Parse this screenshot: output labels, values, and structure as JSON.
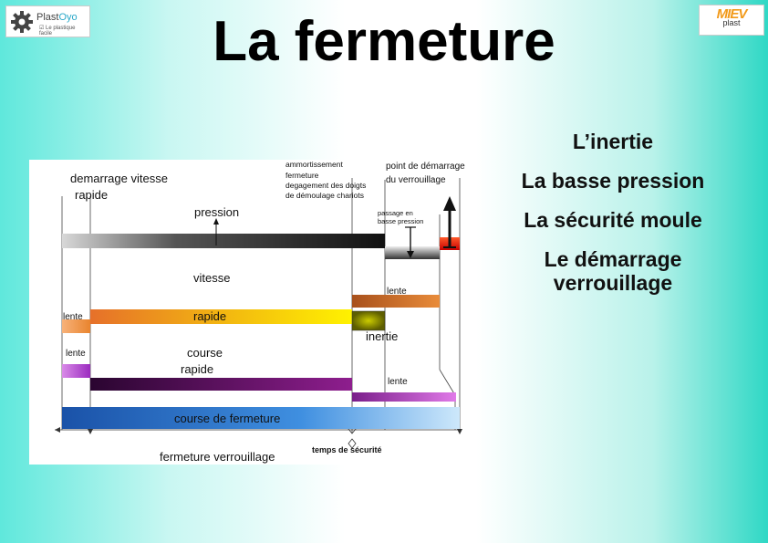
{
  "title": "La fermeture",
  "logos": {
    "left": {
      "brand_a": "Plast",
      "brand_b": "Oyo",
      "tagline": "Le plastique facile"
    },
    "right": {
      "mark": "MIEV",
      "sub": "plast"
    }
  },
  "side_list": [
    "L’inertie",
    "La basse pression",
    "La sécurité moule",
    "Le démarrage verrouillage"
  ],
  "diagram": {
    "top_left": [
      "demarrage vitesse",
      "rapide"
    ],
    "amort": [
      "ammortissement",
      "fermeture",
      "degagement des doigts",
      "de démoulage chariots"
    ],
    "point": [
      "point de démarrage",
      "du verrouillage"
    ],
    "passage": [
      "passage en",
      "basse pression"
    ],
    "pression": "pression",
    "vitesse": "vitesse",
    "lente_a": "lente",
    "rapide_bar": "rapide",
    "lente_b": "lente",
    "inertie": "inertie",
    "lente_c": "lente",
    "course": "course",
    "rapide_c": "rapide",
    "lente_d": "lente",
    "course_fermeture": "course de fermeture",
    "temps": "temps de sécurité",
    "fermeture_verr": "fermeture verrouillage"
  }
}
